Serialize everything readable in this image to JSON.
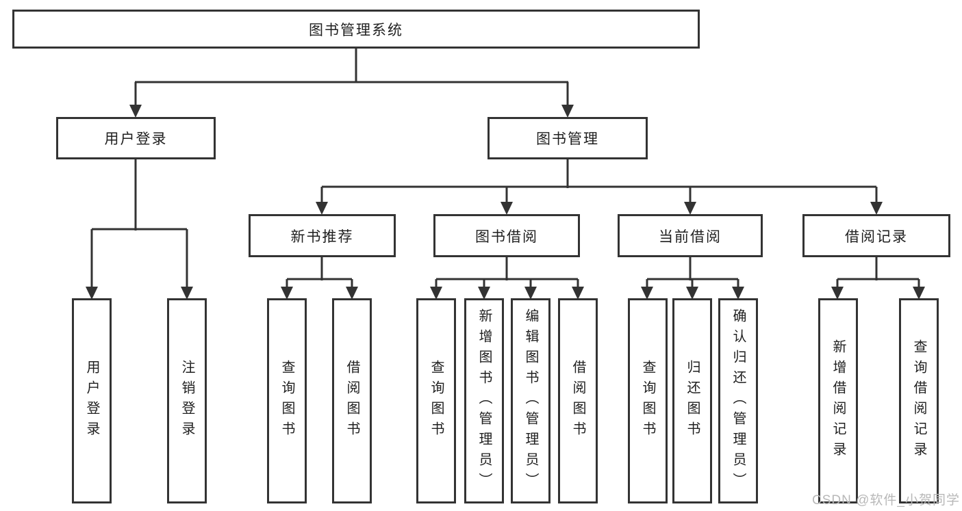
{
  "diagram": {
    "root": {
      "label": "图书管理系统"
    },
    "branches": [
      {
        "label": "用户登录",
        "leaves": [
          "用户登录",
          "注销登录"
        ]
      },
      {
        "label": "图书管理",
        "groups": [
          {
            "label": "新书推荐",
            "leaves": [
              "查询图书",
              "借阅图书"
            ]
          },
          {
            "label": "图书借阅",
            "leaves": [
              "查询图书",
              "新增图书（管理员）",
              "编辑图书（管理员）",
              "借阅图书"
            ]
          },
          {
            "label": "当前借阅",
            "leaves": [
              "查询图书",
              "归还图书",
              "确认归还（管理员）"
            ]
          },
          {
            "label": "借阅记录",
            "leaves": [
              "新增借阅记录",
              "查询借阅记录"
            ]
          }
        ]
      }
    ]
  },
  "watermark": {
    "text": "CSDN @软件_小贺同学"
  },
  "colors": {
    "line": "#333333",
    "box_border": "#333333",
    "text": "#1f1f1f",
    "watermark_text": "#b8b8b8",
    "background": "#ffffff"
  }
}
